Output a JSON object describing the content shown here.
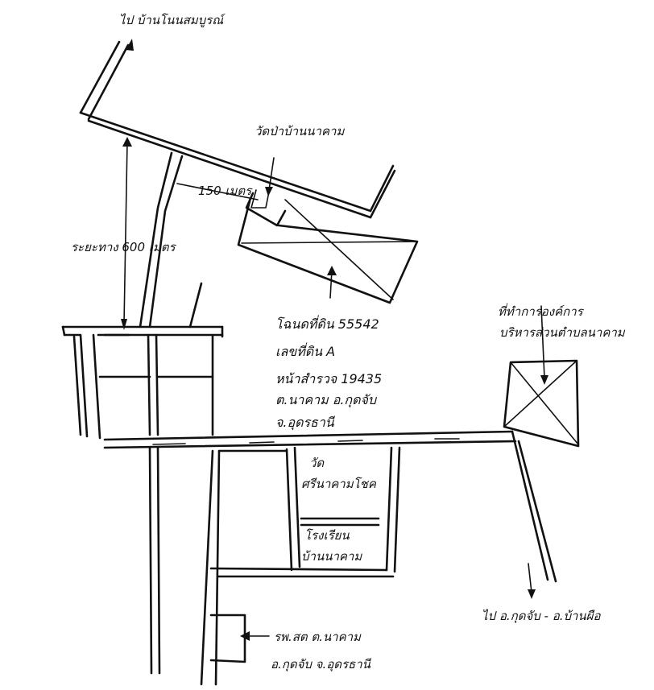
{
  "labels": {
    "to_nakham_road": "ไป บ้านโนนสมบูรณ์",
    "water_tower": "วัดป่าบ้านนาคาม",
    "distance_150": "150 เมตร",
    "distance_600": "ระยะทาง 600 เมตร",
    "school_line1": "โฉนดที่ดิน 55542",
    "school_line2": "เลขที่ดิน A",
    "school_line3": "หน้าสำรวจ 19435",
    "school_line4": "ต.นาคาม อ.กุดจับ",
    "school_line5": "จ.อุดรธานี",
    "office_line1": "ที่ทำการองค์การ",
    "office_line2": "บริหารส่วนตำบลนาคาม",
    "temple_line1": "วัด",
    "temple_line2": "ศรีนาคามโชค",
    "school2_line1": "โรงเรียน",
    "school2_line2": "บ้านนาคาม",
    "to_kudjab": "ไป อ.กุดจับ - อ.บ้านผือ",
    "hospital_line1": "รพ.สต ต.นาคาม",
    "hospital_line2": "อ.กุดจับ จ.อุดรธานี"
  }
}
